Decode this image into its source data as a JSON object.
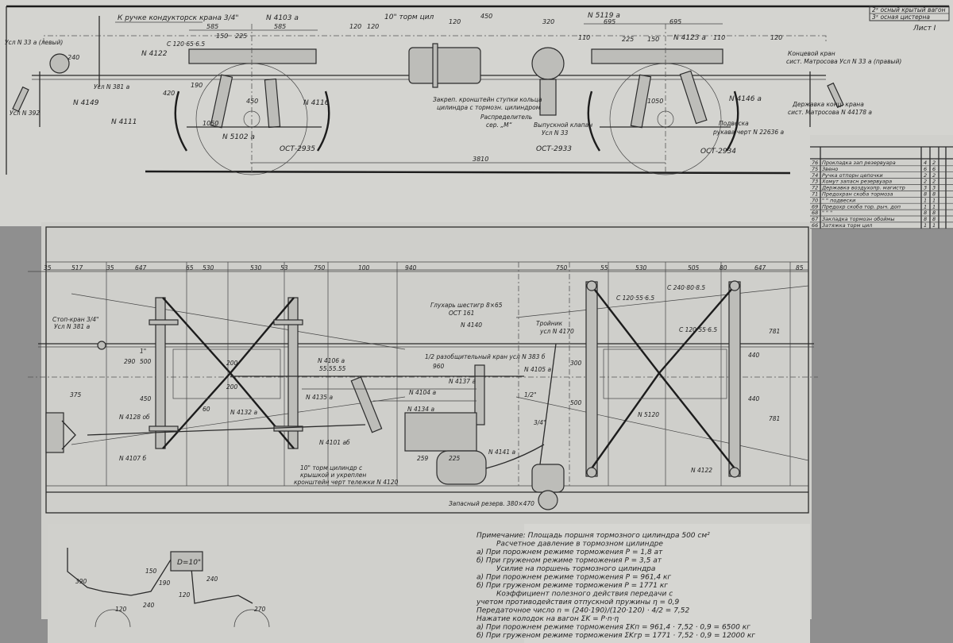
{
  "title_block": {
    "line1": "2ˣ осный крытый вагон",
    "line2": "3ˣ осная цистерна",
    "sheet": "Лист I"
  },
  "side_view": {
    "labels": {
      "handle": "К ручке кондукторск крана 3/4\"",
      "n4103": "N 4103 а",
      "cyl10": "10\" торм цил",
      "n5119": "N 5119 а",
      "usl33left": "Усл N 33 а (левый)",
      "n4122": "N 4122",
      "channel": "С 120·65·6.5",
      "usl381": "Усл N 381 а",
      "n4149": "N 4149",
      "usl392": "Усл N 392",
      "n4111": "N 4111",
      "n4116": "N 4116",
      "n5102": "N 5102 а",
      "ost2935": "ОСТ-2935",
      "bracket": "Закреп. кронштейн ступки кольца",
      "bracket2": "цилиндра с тормозн. цилиндром",
      "distrib": "Распределитель",
      "distrib2": "сер. „М“",
      "valve": "Выпускной клапан",
      "valve2": "Усл N 33",
      "ost2933": "ОСТ-2933",
      "n4123": "N 4123 а",
      "n4146": "N 4146 а",
      "hanger": "Подвеска",
      "hanger2": "рукава черт N 22636 а",
      "ost2934": "ОСТ-2934",
      "endcock": "Концевой кран",
      "endcock2": "сист. Матросова Усл N 33 а (правый)",
      "holder": "Державка конц. крана",
      "holder2": "сист. Матросова N 44178 а"
    },
    "dims": [
      "585",
      "585",
      "150",
      "225",
      "240",
      "450",
      "1050",
      "420",
      "190",
      "120",
      "450",
      "320",
      "695",
      "695",
      "110",
      "225",
      "150",
      "110",
      "120",
      "3810",
      "1050",
      "120",
      "120"
    ]
  },
  "plan_view": {
    "top_dims": [
      "35",
      "517",
      "35",
      "647",
      "65",
      "530",
      "530",
      "53",
      "750",
      "100",
      "940",
      "750",
      "55",
      "530",
      "505",
      "80",
      "647",
      "85"
    ],
    "labels": {
      "stopcock": "Стоп-кран 3/4\"",
      "stopcock2": "Усл N 381 а",
      "n4128": "N 4128 об",
      "n4107": "N 4107 б",
      "n4132": "N 4132 а",
      "n4106": "N 4106 а",
      "holes": "55.55.55",
      "n4135": "N 4135 а",
      "n4101": "N 4101 аб",
      "cyl": "10\" торм цилиндр с",
      "cyl2": "крышкой и укреплен",
      "cyl3": "кронштейн черт тележки N 4120",
      "plug": "Глухарь шестигр 8×65",
      "plug2": "ОСТ 161",
      "n4140": "N 4140",
      "isolcock": "1/2 разобщительный кран усл N 383 б",
      "n4137": "N 4137 а",
      "n4104": "N 4104 а",
      "n4134": "N 4134 а",
      "n4141": "N 4141 а",
      "reservoir": "Запасный резерв. 380×470",
      "tee": "Тройник",
      "tee2": "усл N 4170",
      "n4105": "N 4105 а",
      "c1": "С 120·55·6.5",
      "c2": "С 240·80·8.5",
      "c3": "С 120·55·6.5",
      "n5120": "N 5120",
      "n4122": "N 4122"
    },
    "dims": [
      "290",
      "500",
      "375",
      "450",
      "200",
      "200",
      "960",
      "300",
      "500",
      "440",
      "440",
      "781",
      "781",
      "3/4\"",
      "1/2\"",
      "1\"",
      "259",
      "225",
      "60"
    ]
  },
  "parts_table": {
    "rows": [
      {
        "no": "76",
        "name": "Прокладка зап резервуара",
        "q1": "4",
        "q2": "2"
      },
      {
        "no": "75",
        "name": "Звено",
        "q1": "6",
        "q2": "6"
      },
      {
        "no": "74",
        "name": "Ручка отпорн цепочки",
        "q1": "2",
        "q2": "2"
      },
      {
        "no": "73",
        "name": "Хомут запасн резервуара",
        "q1": "2",
        "q2": "2"
      },
      {
        "no": "72",
        "name": "Державка воздухопр. магистр",
        "q1": "3",
        "q2": "3"
      },
      {
        "no": "71",
        "name": "Предохран скоба тормоза",
        "q1": "8",
        "q2": "8"
      },
      {
        "no": "70",
        "name": "\" \" подвески",
        "q1": "1",
        "q2": "1"
      },
      {
        "no": "69",
        "name": "Предохр скоба тор. рыч. доп",
        "q1": "1",
        "q2": "1"
      },
      {
        "no": "68",
        "name": "\" \" \"",
        "q1": "8",
        "q2": "8"
      },
      {
        "no": "67",
        "name": "Закладка тормозн обоймы",
        "q1": "8",
        "q2": "8"
      },
      {
        "no": "66",
        "name": "Затяжка торм цил",
        "q1": "1",
        "q2": "1"
      }
    ]
  },
  "notes": [
    "Примечание: Площадь поршня тормозного цилиндра 500 см²",
    "Расчетное давление в тормозном цилиндре",
    "а) При порожнем режиме торможения P = 1,8 ат",
    "б) При груженом режиме торможения P = 3,5 ат",
    "Усилие на поршень тормозного цилиндра",
    "а) При порожнем режиме торможения P = 961,4 кг",
    "б) При груженом режиме торможения P = 1771 кг",
    "Коэффициент полезного действия передачи с",
    "учетом противодействия отпускной пружины η = 0,9",
    "Передаточное число n = (240·190)/(120·120) · 4/2 = 7,52",
    "Нажатие колодок на вагон ΣK = P·n·η",
    "а) При порожнем режиме торможения ΣKп = 961,4 · 7,52 · 0,9 = 6500 кг",
    "б) При груженом режиме торможения ΣKгр = 1771 · 7,52 · 0,9 = 12000 кг"
  ],
  "scheme": {
    "cyl": "D=10\"",
    "dims": [
      "390",
      "150",
      "120",
      "240",
      "190",
      "120",
      "240",
      "270"
    ]
  }
}
